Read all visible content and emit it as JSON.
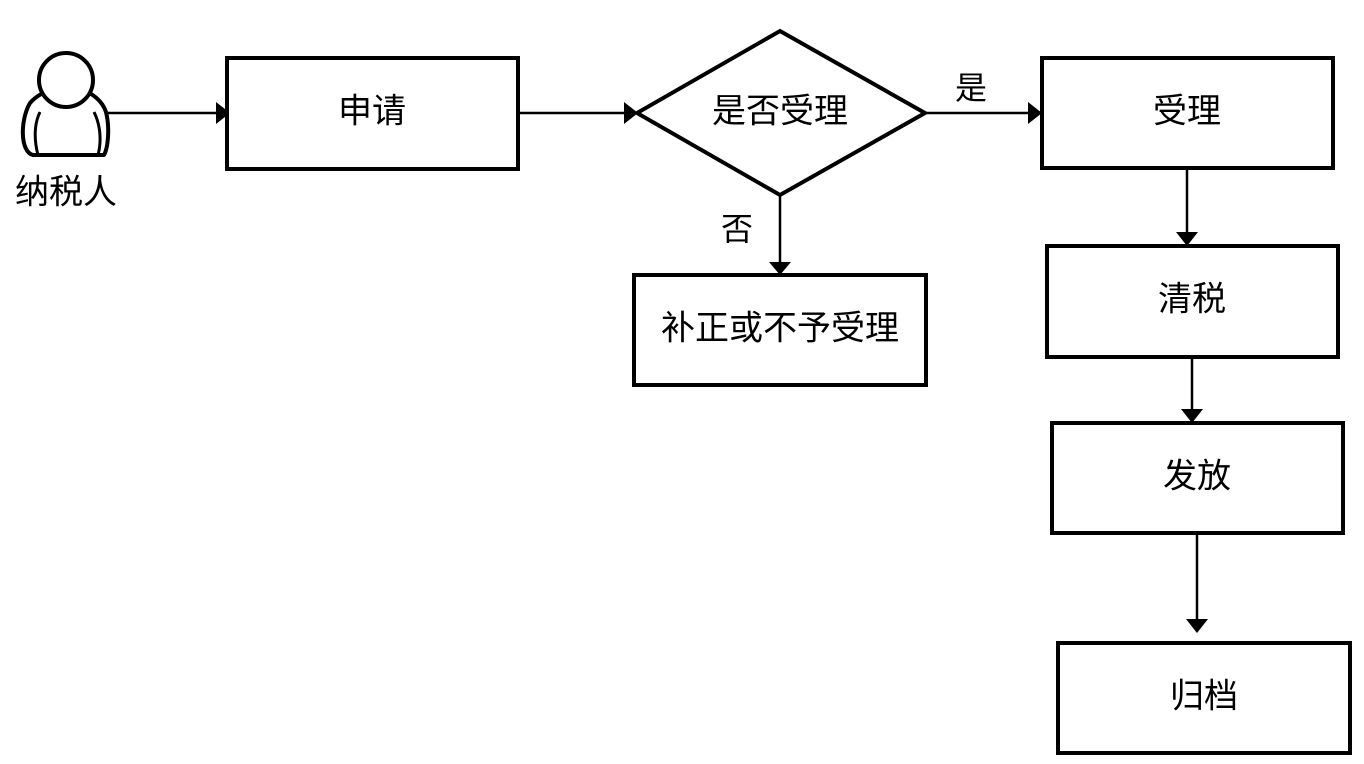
{
  "diagram": {
    "actor": {
      "label": "纳税人",
      "icon": "user-icon"
    },
    "nodes": {
      "apply": "申请",
      "decision": "是否受理",
      "accept": "受理",
      "reject": "补正或不予受理",
      "tax_clearance": "清税",
      "issue": "发放",
      "archive": "归档"
    },
    "edge_labels": {
      "yes": "是",
      "no": "否"
    }
  }
}
